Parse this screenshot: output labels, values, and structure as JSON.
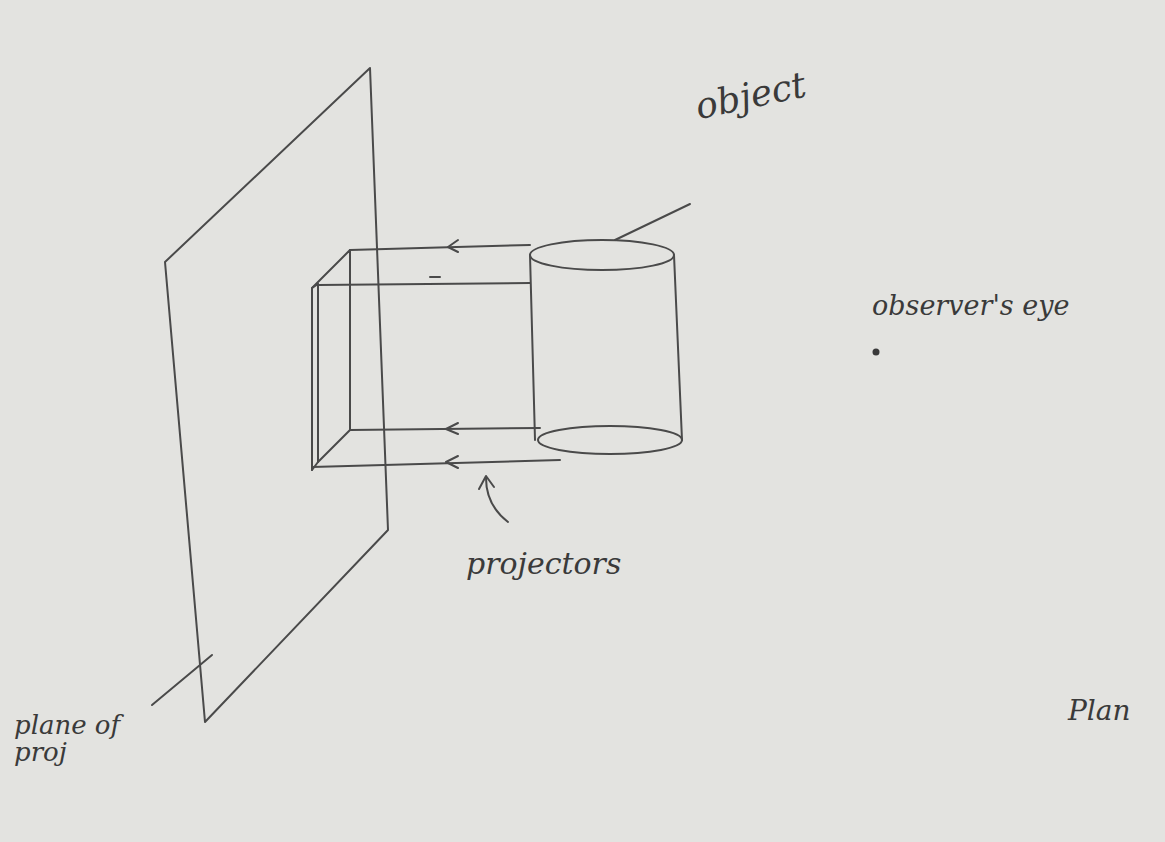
{
  "diagram": {
    "labels": [
      "object",
      "observer's eye",
      "projectors",
      "plane of proj",
      "Plan"
    ]
  }
}
